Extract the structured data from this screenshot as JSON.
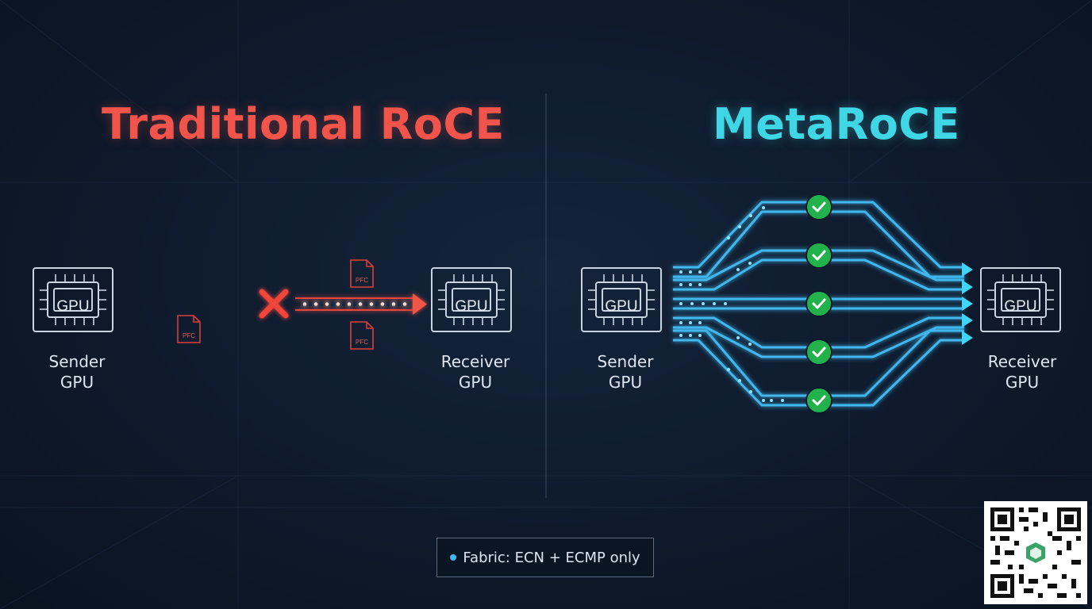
{
  "left": {
    "title": "Traditional RoCE",
    "sender": {
      "chip": "GPU",
      "line1": "Sender",
      "line2": "GPU"
    },
    "receiver": {
      "chip": "GPU",
      "line1": "Receiver",
      "line2": "GPU"
    },
    "pfc_label": "PFC"
  },
  "right": {
    "title": "MetaRoCE",
    "sender": {
      "chip": "GPU",
      "line1": "Sender",
      "line2": "GPU"
    },
    "receiver": {
      "chip": "GPU",
      "line1": "Receiver",
      "line2": "GPU"
    }
  },
  "legend": {
    "text": "Fabric: ECN + ECMP only"
  },
  "colors": {
    "traditional": "#f0544a",
    "meta": "#3fd6e6",
    "path": "#3fb8ef",
    "check": "#22b24c",
    "gpu_outline": "#c9d4e2"
  },
  "icons": {
    "blocked": "x-mark-icon",
    "path_ok": "check-circle-icon",
    "pause_frame": "pfc-file-icon",
    "qr": "qr-code"
  }
}
